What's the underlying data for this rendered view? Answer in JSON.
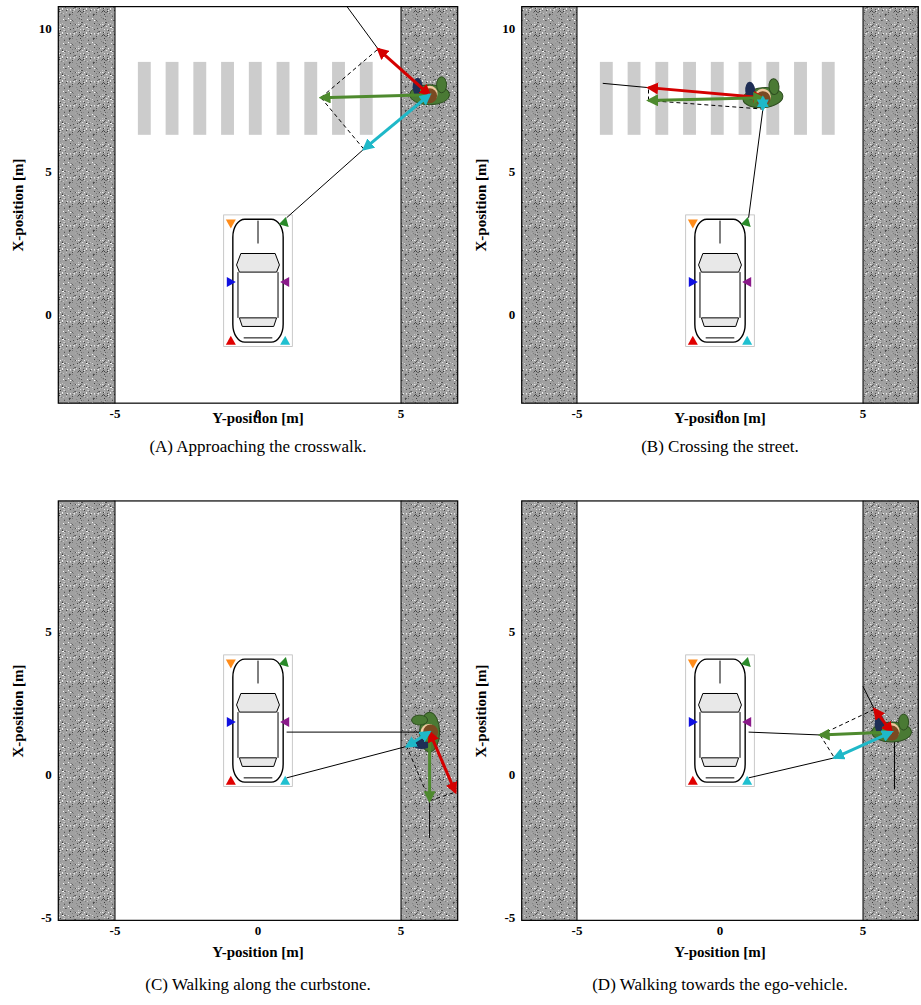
{
  "diagram": {
    "labels": [
      "10",
      "5",
      "0",
      "-5",
      "0",
      "5",
      "X-position [m]",
      "Y-position [m]",
      "(A) Approaching the crosswalk.",
      "10",
      "5",
      "0",
      "-5",
      "0",
      "5",
      "X-position [m]",
      "Y-position [m]",
      "(B) Crossing the street.",
      "5",
      "0",
      "-5",
      "-5",
      "0",
      "5",
      "X-position [m]",
      "Y-position [m]",
      "(C) Walking along the curbstone.",
      "5",
      "0",
      "-5",
      "-5",
      "0",
      "5",
      "X-position [m]",
      "Y-position [m]",
      "(D) Walking towards the ego-vehicle."
    ]
  }
}
